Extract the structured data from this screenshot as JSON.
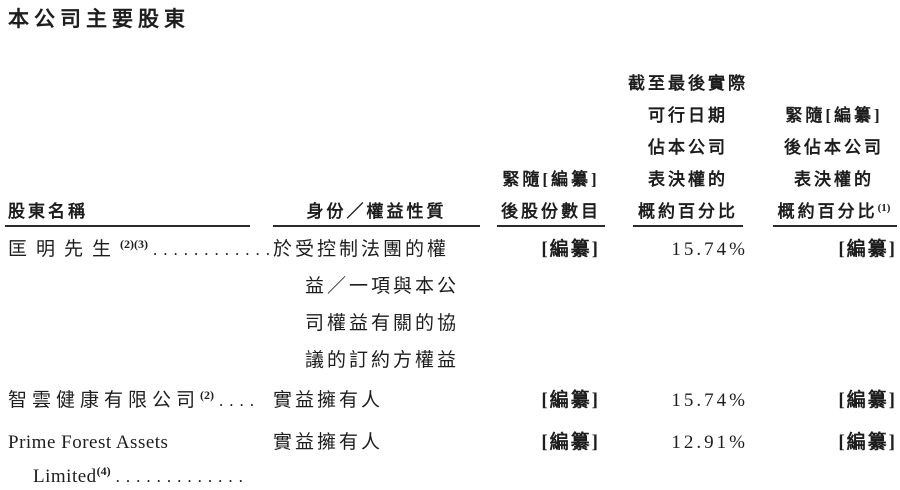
{
  "page": {
    "title": "本公司主要股東"
  },
  "table": {
    "columns": [
      {
        "id": "name",
        "header_lines": [
          "股東名稱"
        ]
      },
      {
        "id": "identity",
        "header_lines": [
          "身份／權益性質"
        ]
      },
      {
        "id": "shares",
        "header_lines": [
          "緊隨[編纂]",
          "後股份數目"
        ]
      },
      {
        "id": "pct_latest",
        "header_lines": [
          "截至最後實際",
          "可行日期",
          "佔本公司",
          "表決權的",
          "概約百分比"
        ]
      },
      {
        "id": "pct_after",
        "header_lines": [
          "緊隨[編纂]",
          "後佔本公司",
          "表決權的",
          "概約百分比"
        ],
        "header_sup": "(1)"
      }
    ],
    "rows": [
      {
        "name": "匡明先生",
        "name_sup": "(2)(3)",
        "dots": "............",
        "identity_lines": [
          "於受控制法團的權",
          "益／一項與本公",
          "司權益有關的協",
          "議的訂約方權益"
        ],
        "shares": "[編纂]",
        "pct_latest": "15.74%",
        "pct_after": "[編纂]"
      },
      {
        "name": "智雲健康有限公司",
        "name_sup": "(2)",
        "dots": "....",
        "identity_lines": [
          "實益擁有人"
        ],
        "shares": "[編纂]",
        "pct_latest": "15.74%",
        "pct_after": "[編纂]"
      },
      {
        "name_line1": "Prime Forest Assets",
        "name_line2": "Limited",
        "name_sup": "(4)",
        "dots": ".............",
        "identity_lines": [
          "實益擁有人"
        ],
        "shares": "[編纂]",
        "pct_latest": "12.91%",
        "pct_after": "[編纂]"
      }
    ]
  }
}
